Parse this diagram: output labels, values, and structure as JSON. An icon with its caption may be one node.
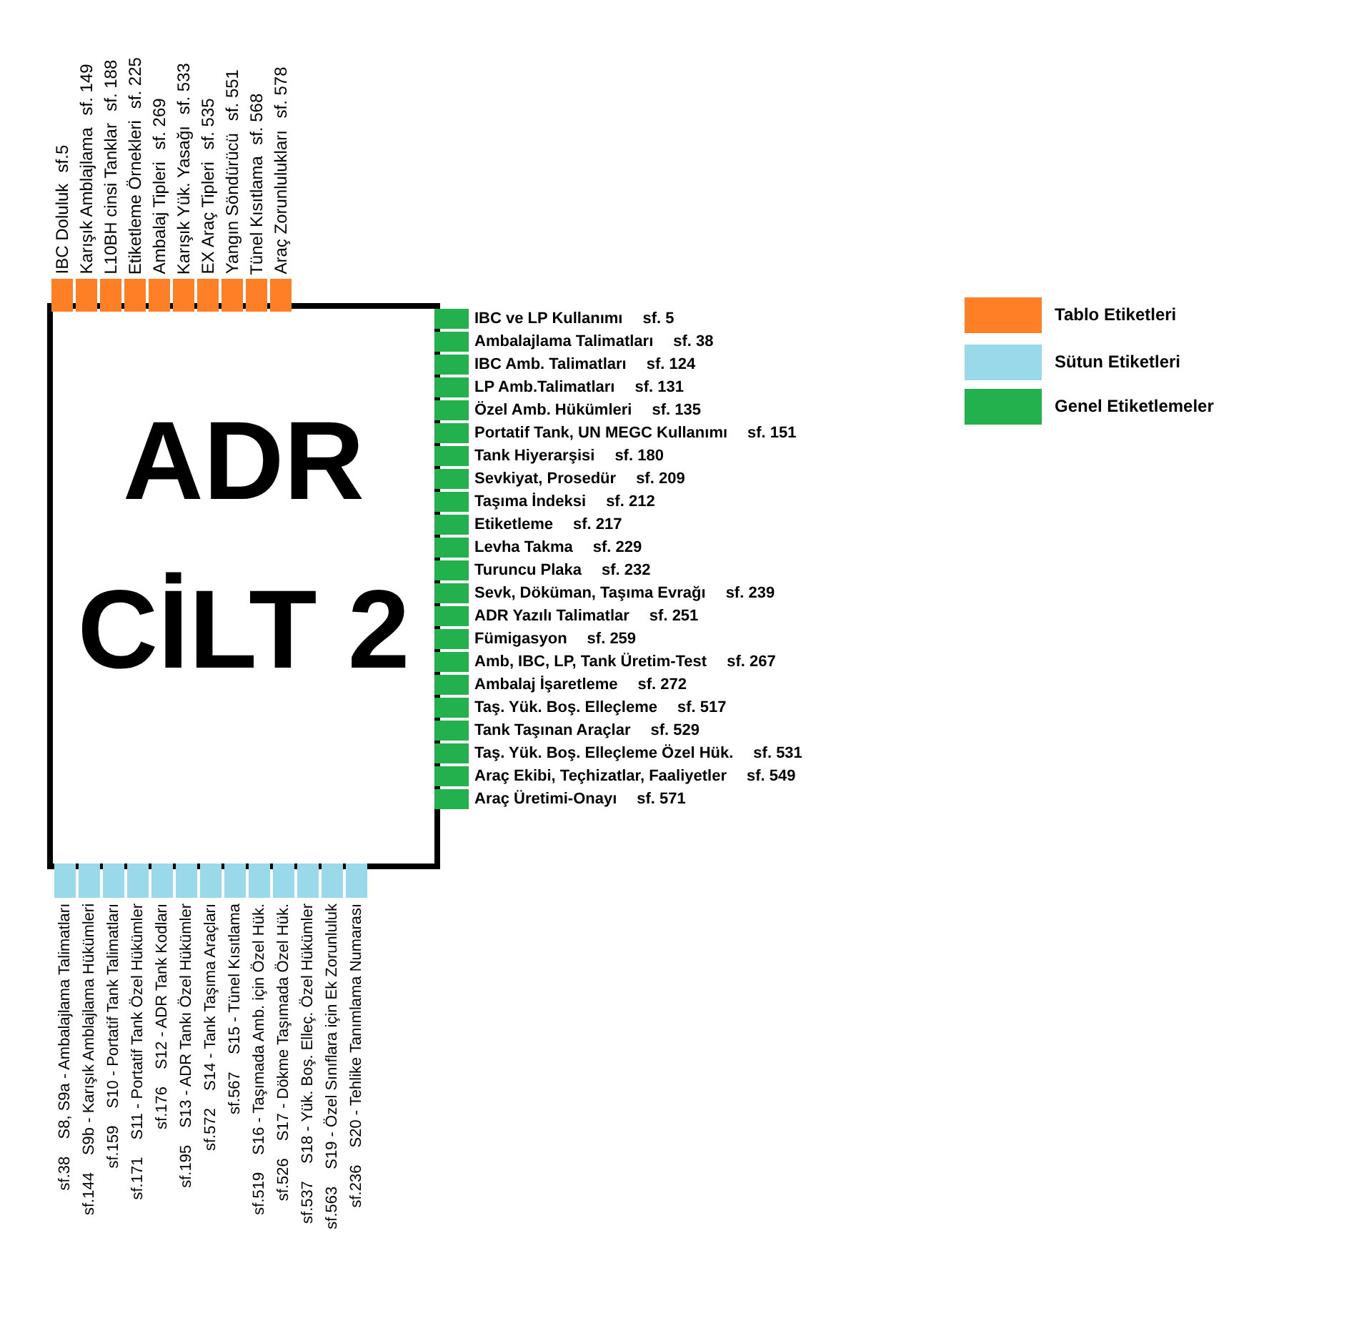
{
  "diagram": {
    "nodes": [
      {
        "text": [
          "ADR CİLT 2"
        ]
      },
      {
        "text": [],
        "shape": "box",
        "beside": [
          "IBC Doluluk",
          "sf.5"
        ]
      },
      {
        "text": [],
        "shape": "box",
        "beside": [
          "Karışık Amblajlama",
          "sf. 149"
        ]
      },
      {
        "text": [],
        "shape": "box",
        "beside": [
          "L10BH cinsi Tanklar",
          "sf. 188"
        ]
      },
      {
        "text": [],
        "shape": "box",
        "beside": [
          "Etiketleme Örnekleri",
          "sf. 225"
        ]
      },
      {
        "text": [],
        "shape": "box",
        "beside": [
          "Ambalaj Tipleri",
          "sf. 269"
        ]
      },
      {
        "text": [],
        "shape": "box",
        "beside": [
          "Karışık Yük. Yasağı",
          "sf. 533"
        ]
      },
      {
        "text": [],
        "shape": "box",
        "beside": [
          "EX Araç Tipleri",
          "sf. 535"
        ]
      },
      {
        "text": [],
        "shape": "box",
        "beside": [
          "Yangın Söndürücü",
          "sf. 551"
        ]
      },
      {
        "text": [],
        "shape": "box",
        "beside": [
          "Tünel Kısıtlama",
          "sf. 568"
        ]
      },
      {
        "text": [],
        "shape": "box",
        "beside": [
          "Araç Zorunlulukları",
          "sf. 578"
        ]
      },
      {
        "text": [],
        "shape": "box",
        "beside": [
          "IBC ve LP Kullanımı",
          "sf. 5"
        ]
      },
      {
        "text": [],
        "shape": "box",
        "beside": [
          "Ambalajlama Talimatları",
          "sf. 38"
        ]
      },
      {
        "text": [],
        "shape": "box",
        "beside": [
          "IBC Amb. Talimatları",
          "sf. 124"
        ]
      },
      {
        "text": [],
        "shape": "box",
        "beside": [
          "LP Amb.Talimatları",
          "sf. 131"
        ]
      },
      {
        "text": [],
        "shape": "box",
        "beside": [
          "Özel Amb. Hükümleri",
          "sf. 135"
        ]
      },
      {
        "text": [],
        "shape": "box",
        "beside": [
          "Portatif Tank, UN MEGC Kullanımı",
          "sf. 151"
        ]
      },
      {
        "text": [],
        "shape": "box",
        "beside": [
          "Tank Hiyerarşisi",
          "sf. 180"
        ]
      },
      {
        "text": [],
        "shape": "box",
        "beside": [
          "Sevkiyat, Prosedür",
          "sf. 209"
        ]
      },
      {
        "text": [],
        "shape": "box",
        "beside": [
          "Taşıma İndeksi",
          "sf. 212"
        ]
      },
      {
        "text": [],
        "shape": "box",
        "beside": [
          "Etiketleme",
          "sf. 217"
        ]
      },
      {
        "text": [],
        "shape": "box",
        "beside": [
          "Levha Takma",
          "sf. 229"
        ]
      },
      {
        "text": [],
        "shape": "box",
        "beside": [
          "Turuncu Plaka",
          "sf. 232"
        ]
      },
      {
        "text": [],
        "shape": "box",
        "beside": [
          "Sevk, Döküman, Taşıma Evrağı",
          "sf. 239"
        ]
      },
      {
        "text": [],
        "shape": "box",
        "beside": [
          "ADR Yazılı Talimatlar",
          "sf. 251"
        ]
      },
      {
        "text": [],
        "shape": "box",
        "beside": [
          "Fümigasyon",
          "sf. 259"
        ]
      },
      {
        "text": [],
        "shape": "box",
        "beside": [
          "Amb, IBC, LP, Tank Üretim-Test",
          "sf. 267"
        ]
      },
      {
        "text": [],
        "shape": "box",
        "beside": [
          "Ambalaj İşaretleme",
          "sf. 272"
        ]
      },
      {
        "text": [],
        "shape": "box",
        "beside": [
          "Taş. Yük. Boş. Elleçleme",
          "sf. 517"
        ]
      },
      {
        "text": [],
        "shape": "box",
        "beside": [
          "Tank Taşınan Araçlar",
          "sf. 529"
        ]
      },
      {
        "text": [],
        "shape": "box",
        "beside": [
          "Taş. Yük. Boş. Elleçleme Özel Hük.",
          "sf. 531"
        ]
      },
      {
        "text": [],
        "shape": "box",
        "beside": [
          "Araç Ekibi, Teçhizatlar, Faaliyetler",
          "sf. 549"
        ]
      },
      {
        "text": [],
        "shape": "box",
        "beside": [
          "Araç Üretimi-Onayı",
          "sf. 571"
        ]
      },
      {
        "text": [],
        "shape": "box",
        "beside": [
          "sf.38",
          "S8, S9a - Ambalajlama Talimatları"
        ]
      },
      {
        "text": [],
        "shape": "box",
        "beside": [
          "sf.144",
          "S9b - Karışık Amblajlama Hükümleri"
        ]
      },
      {
        "text": [],
        "shape": "box",
        "beside": [
          "sf.159",
          "S10 - Portatif Tank Talimatları"
        ]
      },
      {
        "text": [],
        "shape": "box",
        "beside": [
          "sf.171",
          "S11 - Portatif Tank Özel Hükümler"
        ]
      },
      {
        "text": [],
        "shape": "box",
        "beside": [
          "sf.176",
          "S12 - ADR Tank Kodları"
        ]
      },
      {
        "text": [],
        "shape": "box",
        "beside": [
          "sf.195",
          "S13 - ADR Tankı Özel Hükümler"
        ]
      },
      {
        "text": [],
        "shape": "box",
        "beside": [
          "sf.572",
          "S14 - Tank Taşıma Araçları"
        ]
      },
      {
        "text": [],
        "shape": "box",
        "beside": [
          "sf.567",
          "S15 - Tünel Kısıtlama"
        ]
      },
      {
        "text": [],
        "shape": "box",
        "beside": [
          "sf.519",
          "S16 - Taşımada Amb. için Özel Hük."
        ]
      },
      {
        "text": [],
        "shape": "box",
        "beside": [
          "sf.526",
          "S17 - Dökme Taşımada Özel Hük."
        ]
      },
      {
        "text": [],
        "shape": "box",
        "beside": [
          "sf.537",
          "S18 - Yük. Boş. Elleç. Özel Hükümler"
        ]
      },
      {
        "text": [],
        "shape": "box",
        "beside": [
          "sf.563",
          "S19 - Özel Sınıflara için Ek Zorunluluk"
        ]
      },
      {
        "text": [],
        "shape": "box",
        "beside": [
          "sf.236",
          "S20 - Tehlike Tanımlama Numarası"
        ]
      }
    ],
    "legend": [
      {
        "text": "Tablo Etiketleri",
        "color": "#ff7f27"
      },
      {
        "text": "Sütun Etiketleri",
        "color": "#99d9ea"
      },
      {
        "text": "Genel Etiketlemeler",
        "color": "#22b14c"
      }
    ]
  }
}
